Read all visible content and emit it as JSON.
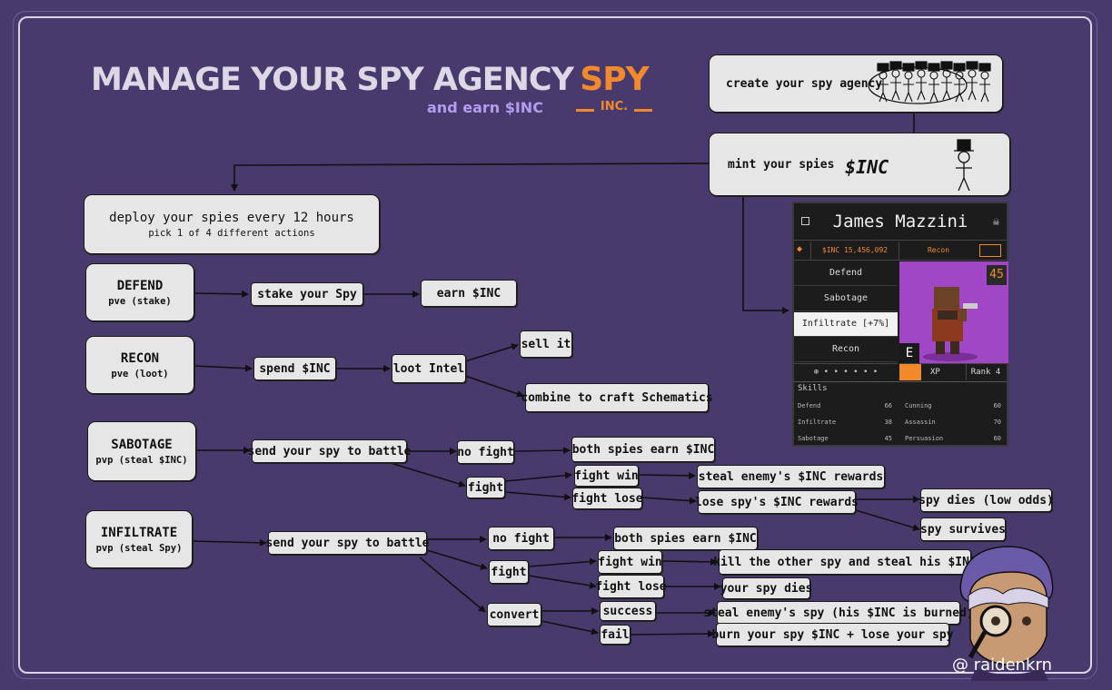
{
  "header": {
    "title": "MANAGE YOUR SPY AGENCY",
    "subtitle": "and earn $INC"
  },
  "logo": {
    "word": "SPY",
    "suffix": "INC."
  },
  "nodes": {
    "create": "create your spy agency",
    "mint": "mint your spies",
    "mint_token": "$INC",
    "deploy_title": "deploy your spies every 12 hours",
    "deploy_sub": "pick 1 of 4 different actions",
    "defend_title": "DEFEND",
    "defend_sub": "pve (stake)",
    "stake": "stake your Spy",
    "earn": "earn $INC",
    "recon_title": "RECON",
    "recon_sub": "pve (loot)",
    "spend": "spend $INC",
    "loot": "loot Intel",
    "sell": "sell it",
    "combine": "combine to craft Schematics",
    "sabotage_title": "SABOTAGE",
    "sabotage_sub": "pvp (steal $INC)",
    "battle": "send your spy to battle",
    "nofight": "no fight",
    "both": "both spies earn $INC",
    "fight": "fight",
    "fightwin": "fight win",
    "fightlose": "fight lose",
    "steal_rewards": "steal enemy's $INC rewards",
    "lose_rewards": "lose spy's $INC rewards",
    "dies_low": "spy dies (low odds)",
    "survives": "spy survives",
    "infiltrate_title": "INFILTRATE",
    "infiltrate_sub": "pvp (steal Spy)",
    "battle2": "send your spy to battle",
    "nofight2": "no fight",
    "both2": "both spies earn $INC",
    "fight2": "fight",
    "fightwin2": "fight win",
    "fightlose2": "fight lose",
    "kill": "kill the other spy and steal his $INC",
    "yourdies": "your spy dies",
    "convert": "convert",
    "success": "success",
    "fail": "fail",
    "steal_spy": "steal enemy's spy (his $INC is burned)",
    "burn": "burn your spy $INC + lose your spy"
  },
  "card": {
    "name": "James Mazzini",
    "balance": "$INC 15,456,092",
    "status": "Recon",
    "actions": [
      "Defend",
      "Sabotage",
      "Infiltrate [+7%]",
      "Recon"
    ],
    "selected_action": "Infiltrate [+7%]",
    "level": "45",
    "grade": "E",
    "xp_label": "XP",
    "rank": "Rank 4",
    "skills_title": "Skills",
    "skills_left": [
      {
        "name": "Defend",
        "value": "66"
      },
      {
        "name": "Infiltrate",
        "value": "38"
      },
      {
        "name": "Sabotage",
        "value": "45"
      }
    ],
    "skills_right": [
      {
        "name": "Cunning",
        "value": "60"
      },
      {
        "name": "Assassin",
        "value": "70"
      },
      {
        "name": "Persuasion",
        "value": "60"
      }
    ]
  },
  "watermark": "@ raidenkrn",
  "colors": {
    "background": "#493a6e",
    "accent": "#f28a2d",
    "subtitle": "#b29cf0",
    "box": "#e6e6e6"
  }
}
